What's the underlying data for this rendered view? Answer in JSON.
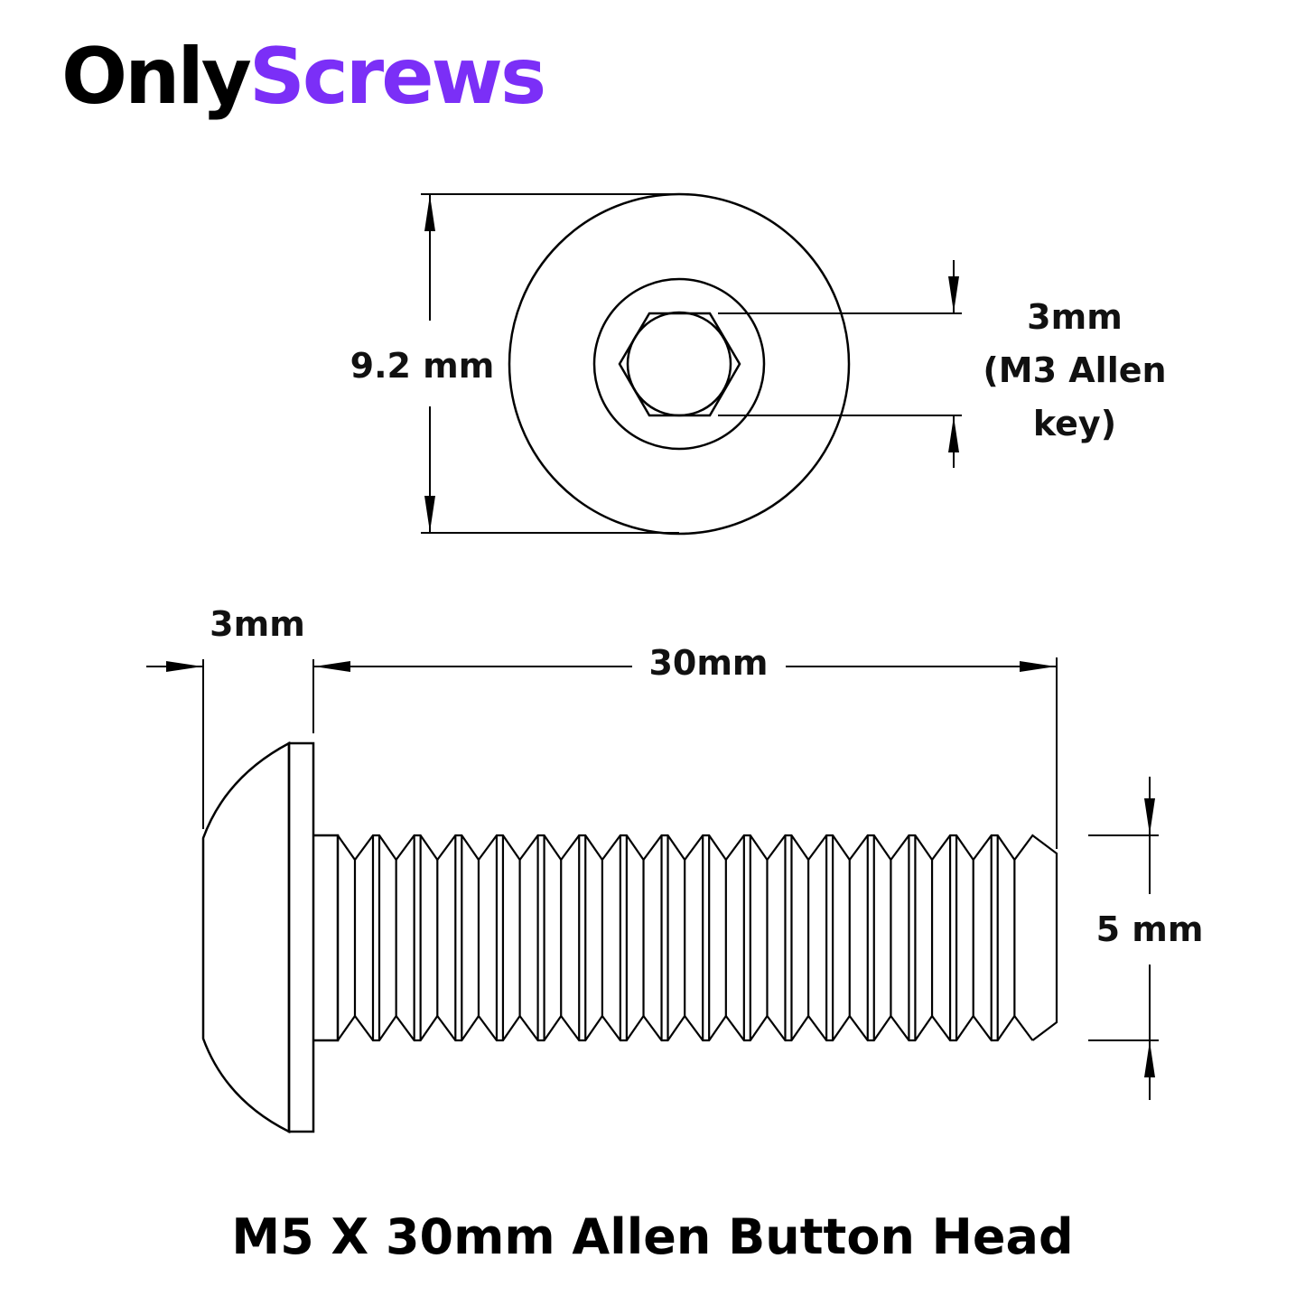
{
  "brand": {
    "part1": "Only",
    "part2": "Screws",
    "accent_color": "#7b2ff7"
  },
  "top_view": {
    "head_diameter_label": "9.2 mm",
    "socket_label_lines": [
      "3mm",
      "(M3 Allen",
      "key)"
    ]
  },
  "side_view": {
    "head_height_label": "3mm",
    "length_label": "30mm",
    "thread_diameter_label": "5 mm",
    "thread_count": 17
  },
  "title": "M5 X 30mm Allen Button Head"
}
